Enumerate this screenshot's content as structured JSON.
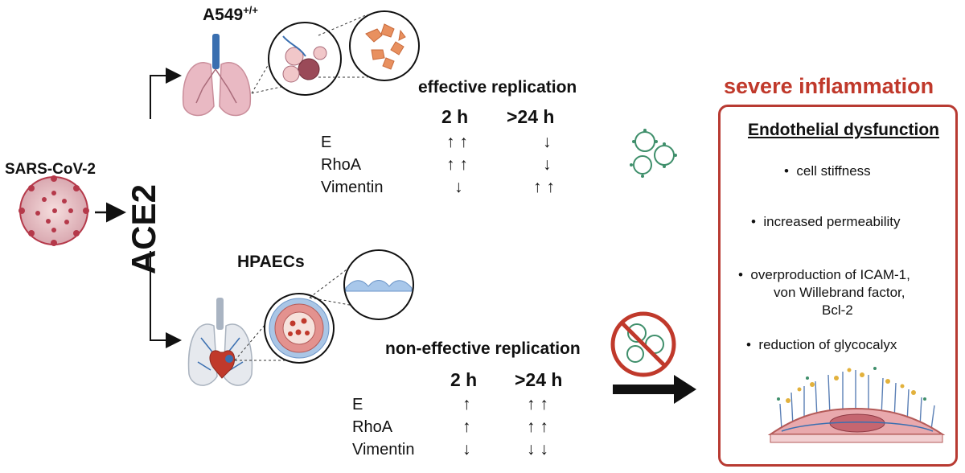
{
  "virus": {
    "label": "SARS-CoV-2"
  },
  "receptor": {
    "label": "ACE2"
  },
  "top_branch": {
    "cell_name": "A549",
    "cell_superscript": "+/+",
    "replication_title": "effective replication",
    "col_2h": "2 h",
    "col_24h": ">24 h",
    "rows": [
      {
        "gene": "E",
        "h2": "↑ ↑",
        "h24": "↓"
      },
      {
        "gene": "RhoA",
        "h2": "↑ ↑",
        "h24": "↓"
      },
      {
        "gene": "Vimentin",
        "h2": "↓",
        "h24": "↑ ↑"
      }
    ]
  },
  "bottom_branch": {
    "cell_name": "HPAECs",
    "replication_title": "non-effective replication",
    "col_2h": "2 h",
    "col_24h": ">24 h",
    "rows": [
      {
        "gene": "E",
        "h2": "↑",
        "h24": "↑ ↑"
      },
      {
        "gene": "RhoA",
        "h2": "↑",
        "h24": "↑ ↑"
      },
      {
        "gene": "Vimentin",
        "h2": "↓",
        "h24": "↓ ↓"
      }
    ]
  },
  "outcome": {
    "title": "severe inflammation",
    "heading": "Endothelial dysfunction",
    "bullets": [
      "cell stiffness",
      "increased permeability",
      "overproduction of ICAM-1,",
      "von Willebrand factor,",
      "Bcl-2",
      "reduction of glycocalyx"
    ]
  },
  "colors": {
    "accent_red": "#b83a32",
    "virus_red": "#b5394a",
    "virus_green": "#3f8f6b",
    "lung_pink": "#e9b9c3",
    "vessel_blue": "#3a6fb0"
  }
}
